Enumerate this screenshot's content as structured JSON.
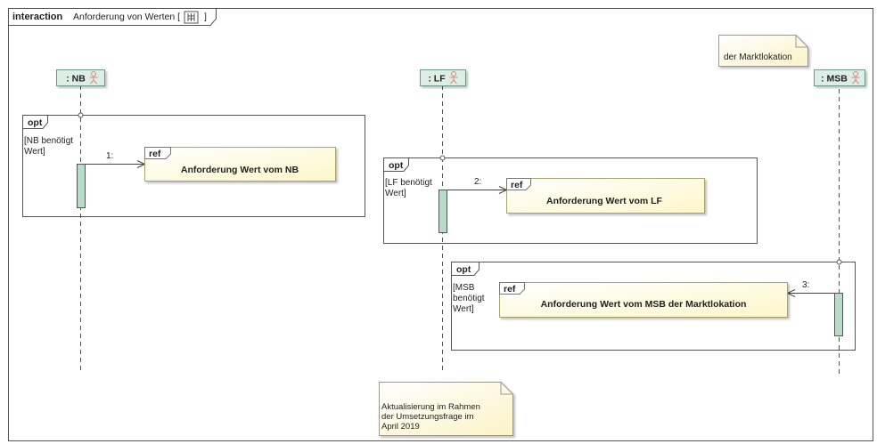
{
  "frame": {
    "keyword": "interaction",
    "name": "Anforderung von Werten [",
    "name_end": "]"
  },
  "lifelines": [
    {
      "label": ": NB"
    },
    {
      "label": ": LF"
    },
    {
      "label": ": MSB"
    }
  ],
  "fragments": [
    {
      "operator": "opt",
      "guard": [
        "[NB benötigt",
        " Wert]"
      ]
    },
    {
      "operator": "opt",
      "guard": [
        "[LF benötigt",
        "Wert]"
      ]
    },
    {
      "operator": "opt",
      "guard": [
        "[MSB",
        "benötigt",
        "Wert]"
      ]
    }
  ],
  "refs": [
    {
      "tag": "ref",
      "text": "Anforderung Wert vom NB"
    },
    {
      "tag": "ref",
      "text": "Anforderung Wert vom  LF"
    },
    {
      "tag": "ref",
      "text": "Anforderung Wert vom MSB der Marktlokation"
    }
  ],
  "messages": [
    {
      "label": "1:"
    },
    {
      "label": "2:"
    },
    {
      "label": "3:"
    }
  ],
  "notes": [
    {
      "lines": [
        "der Marktlokation"
      ]
    },
    {
      "lines": [
        "Aktualisierung im Rahmen",
        "der Umsetzungsfrage im",
        "April 2019"
      ]
    }
  ],
  "colors": {
    "lifeline_head_fill": "#dceee6",
    "lifeline_head_border": "#6a9a84",
    "activation_fill": "#b7dcc8",
    "ref_fill": "#ffffd2",
    "note_fill": "#fffbe0",
    "actor_icon": "#d98a80"
  }
}
